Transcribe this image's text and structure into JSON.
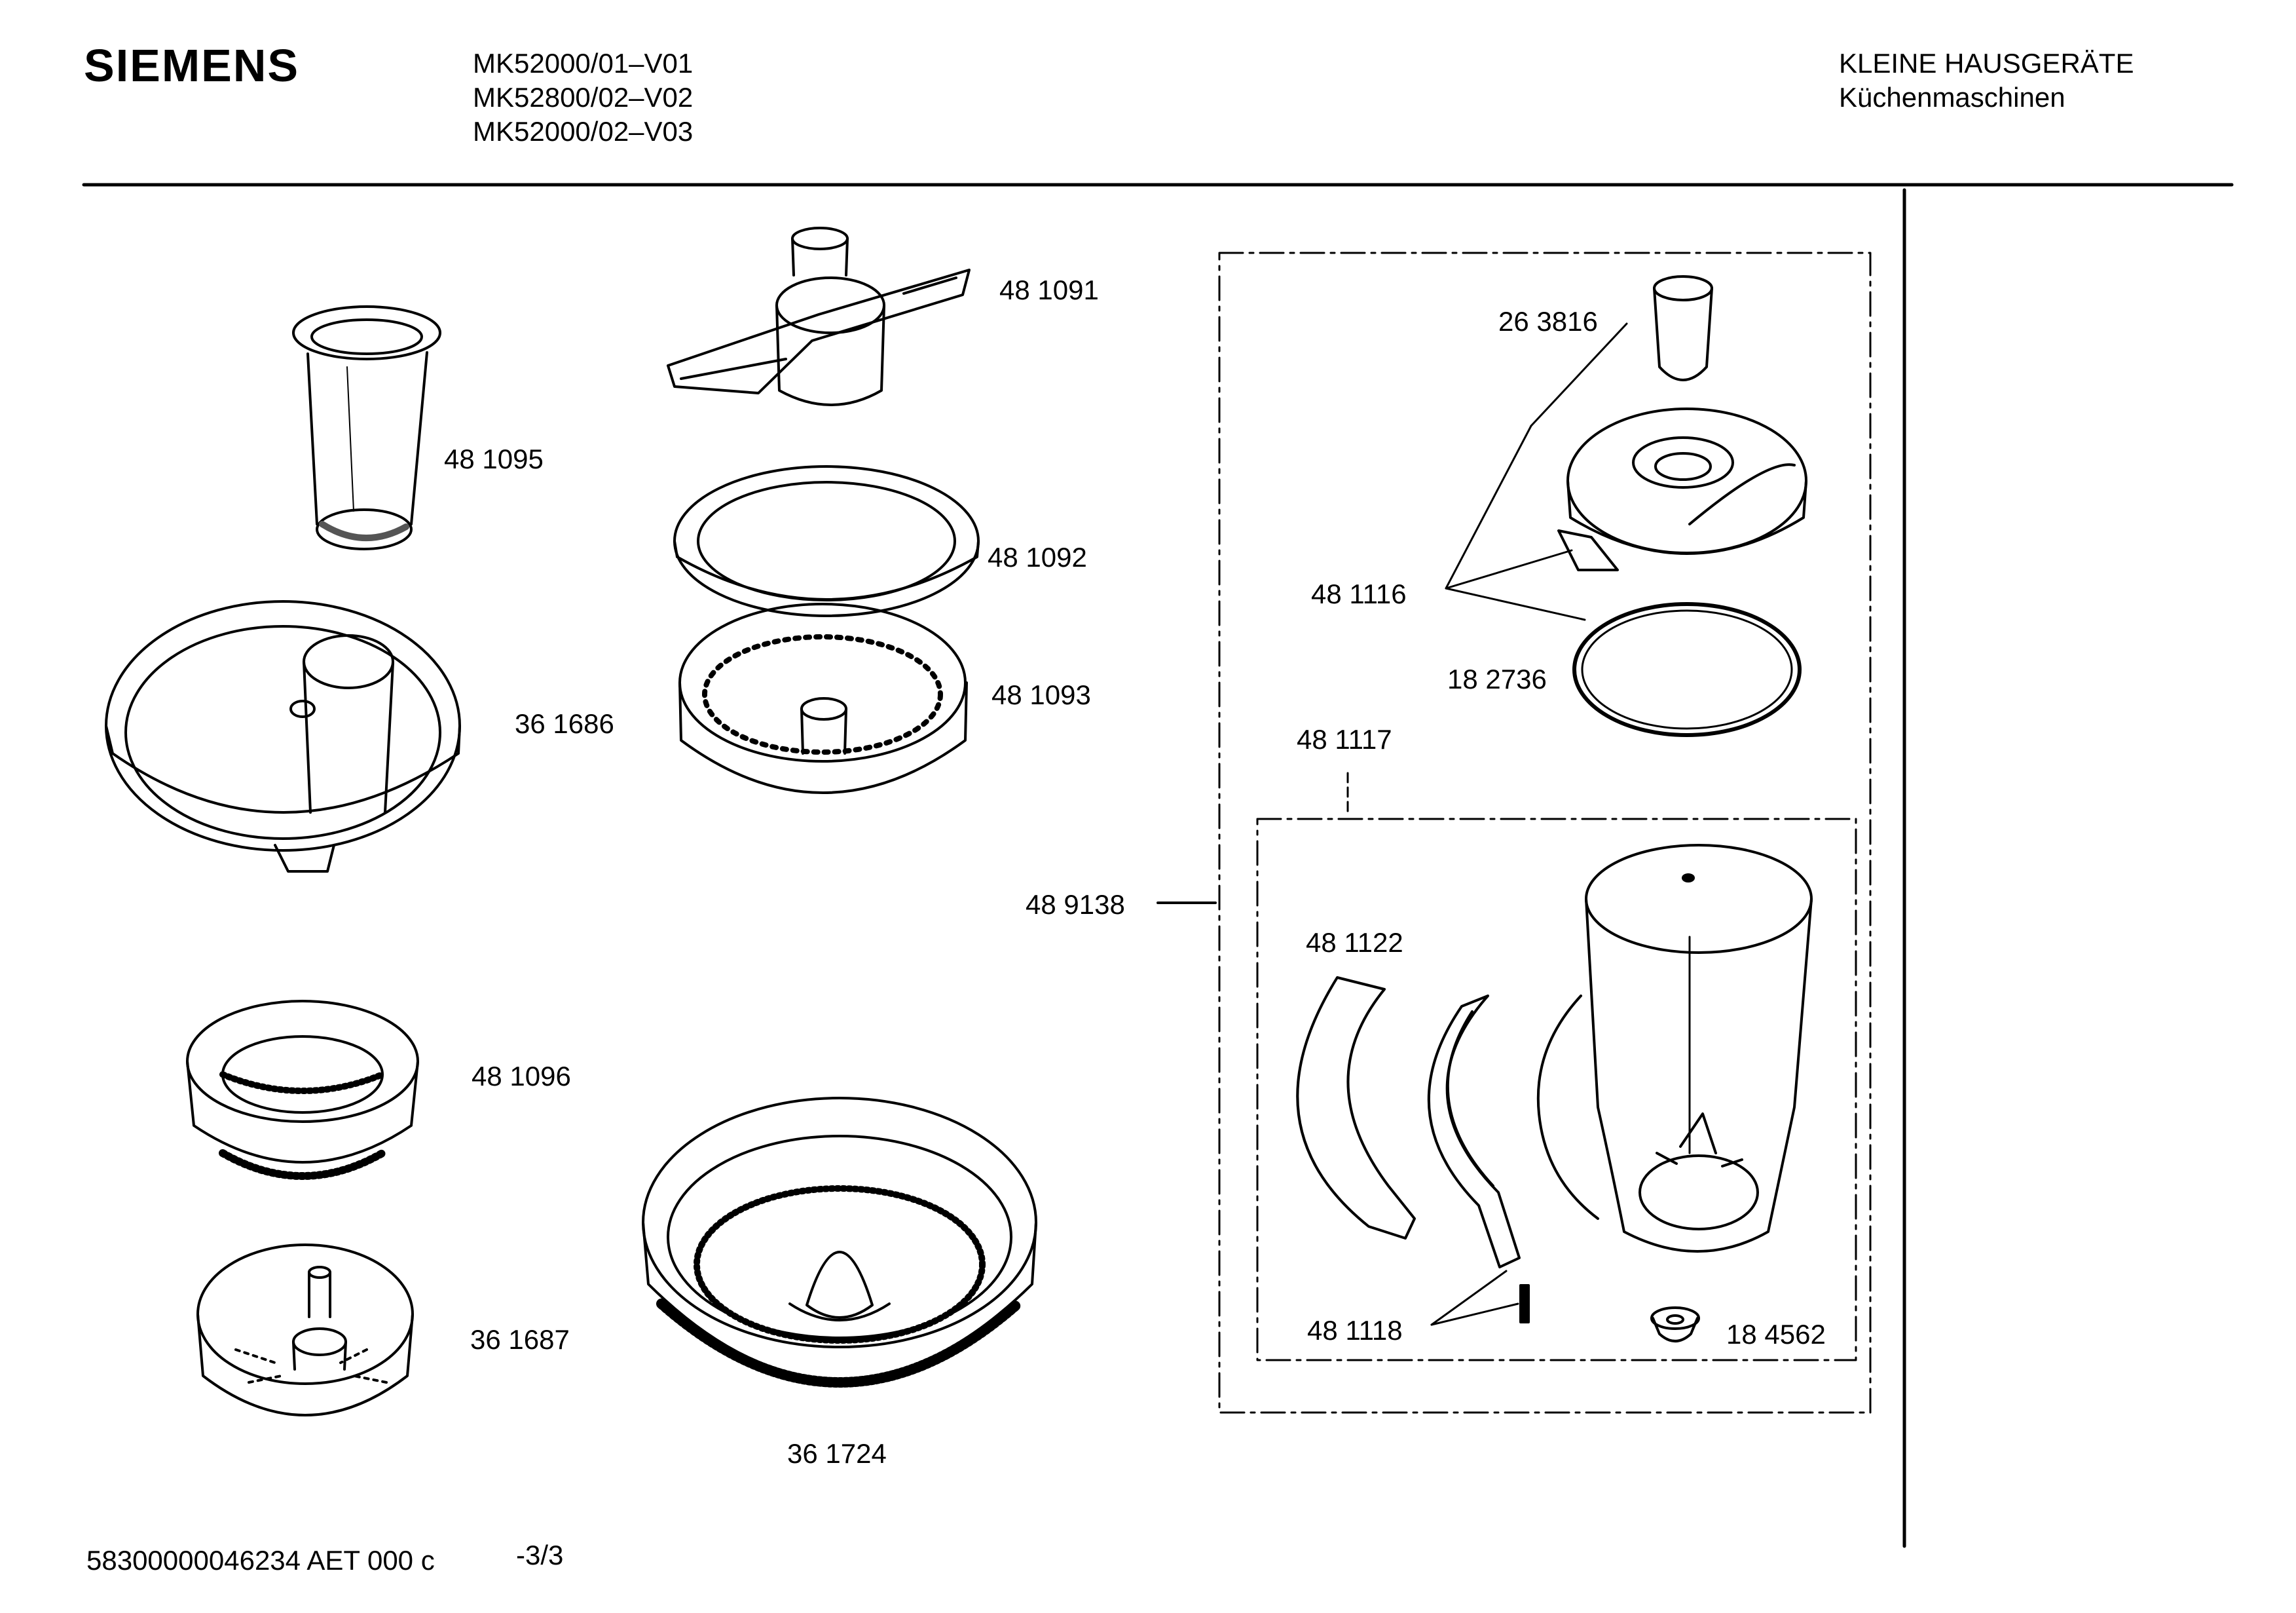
{
  "header": {
    "brand": "SIEMENS",
    "models": [
      "MK52000/01–V01",
      "MK52800/02–V02",
      "MK52000/02–V03"
    ],
    "category": "KLEINE HAUSGERÄTE",
    "subcategory": "Küchenmaschinen"
  },
  "parts": {
    "p481095": "48 1095",
    "p361686": "36 1686",
    "p481091": "48 1091",
    "p481092": "48 1092",
    "p481093": "48 1093",
    "p481096": "48 1096",
    "p361687": "36 1687",
    "p361724": "36 1724",
    "p263816": "26 3816",
    "p481116": "48 1116",
    "p182736": "18 2736",
    "p481117": "48 1117",
    "p489138": "48 9138",
    "p481122": "48 1122",
    "p481118": "48 1118",
    "p184562": "18 4562"
  },
  "footer": {
    "doc_code": "58300000046234 AET 000 c",
    "page": "-3/3"
  }
}
